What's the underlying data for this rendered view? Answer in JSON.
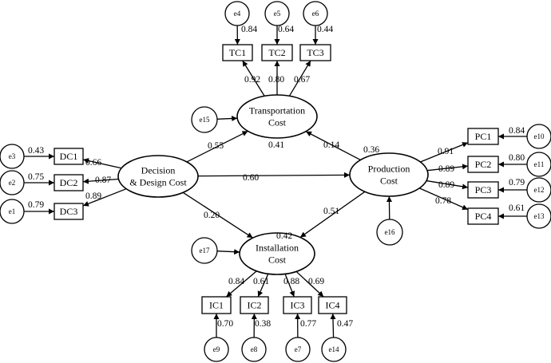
{
  "latents": [
    {
      "id": "DDC",
      "lines": [
        "Decision",
        "& Design Cost"
      ]
    },
    {
      "id": "TC",
      "lines": [
        "Transportation",
        "Cost"
      ]
    },
    {
      "id": "PC",
      "lines": [
        "Production",
        "Cost"
      ]
    },
    {
      "id": "IC",
      "lines": [
        "Installation",
        "Cost"
      ]
    }
  ],
  "indicators": [
    "TC1",
    "TC2",
    "TC3",
    "DC1",
    "DC2",
    "DC3",
    "PC1",
    "PC2",
    "PC3",
    "PC4",
    "IC1",
    "IC2",
    "IC3",
    "IC4"
  ],
  "errors": [
    "e1",
    "e2",
    "e3",
    "e4",
    "e5",
    "e6",
    "e7",
    "e8",
    "e9",
    "e10",
    "e11",
    "e12",
    "e13",
    "e14",
    "e15",
    "e16",
    "e17"
  ],
  "loadings": [
    {
      "latent": "TC",
      "indicator": "TC1",
      "value": "0.92"
    },
    {
      "latent": "TC",
      "indicator": "TC2",
      "value": "0.80"
    },
    {
      "latent": "TC",
      "indicator": "TC3",
      "value": "0.67"
    },
    {
      "latent": "DDC",
      "indicator": "DC1",
      "value": "0.66"
    },
    {
      "latent": "DDC",
      "indicator": "DC2",
      "value": "0.87"
    },
    {
      "latent": "DDC",
      "indicator": "DC3",
      "value": "0.89"
    },
    {
      "latent": "PC",
      "indicator": "PC1",
      "value": "0.91"
    },
    {
      "latent": "PC",
      "indicator": "PC2",
      "value": "0.89"
    },
    {
      "latent": "PC",
      "indicator": "PC3",
      "value": "0.89"
    },
    {
      "latent": "PC",
      "indicator": "PC4",
      "value": "0.78"
    },
    {
      "latent": "IC",
      "indicator": "IC1",
      "value": "0.84"
    },
    {
      "latent": "IC",
      "indicator": "IC2",
      "value": "0.61"
    },
    {
      "latent": "IC",
      "indicator": "IC3",
      "value": "0.88"
    },
    {
      "latent": "IC",
      "indicator": "IC4",
      "value": "0.69"
    }
  ],
  "indicator_errors": [
    {
      "error": "e4",
      "indicator": "TC1",
      "value": "0.84"
    },
    {
      "error": "e5",
      "indicator": "TC2",
      "value": "0.64"
    },
    {
      "error": "e6",
      "indicator": "TC3",
      "value": "0.44"
    },
    {
      "error": "e3",
      "indicator": "DC1",
      "value": "0.43"
    },
    {
      "error": "e2",
      "indicator": "DC2",
      "value": "0.75"
    },
    {
      "error": "e1",
      "indicator": "DC3",
      "value": "0.79"
    },
    {
      "error": "e10",
      "indicator": "PC1",
      "value": "0.84"
    },
    {
      "error": "e11",
      "indicator": "PC2",
      "value": "0.80"
    },
    {
      "error": "e12",
      "indicator": "PC3",
      "value": "0.79"
    },
    {
      "error": "e13",
      "indicator": "PC4",
      "value": "0.61"
    },
    {
      "error": "e9",
      "indicator": "IC1",
      "value": "0.70"
    },
    {
      "error": "e8",
      "indicator": "IC2",
      "value": "0.38"
    },
    {
      "error": "e7",
      "indicator": "IC3",
      "value": "0.77"
    },
    {
      "error": "e14",
      "indicator": "IC4",
      "value": "0.47"
    }
  ],
  "paths": [
    {
      "from": "DDC",
      "to": "TC",
      "value": "0.55"
    },
    {
      "from": "DDC",
      "to": "PC",
      "value": "0.60"
    },
    {
      "from": "DDC",
      "to": "IC",
      "value": "0.20"
    },
    {
      "from": "PC",
      "to": "TC",
      "value": "0.14"
    },
    {
      "from": "PC",
      "to": "IC",
      "value": "0.51"
    }
  ],
  "latent_errors": [
    {
      "error": "e15",
      "latent": "TC"
    },
    {
      "error": "e16",
      "latent": "PC"
    },
    {
      "error": "e17",
      "latent": "IC"
    }
  ],
  "r_squared": [
    {
      "latent": "TC",
      "value": "0.41"
    },
    {
      "latent": "PC",
      "value": "0.36"
    },
    {
      "latent": "IC",
      "value": "0.42"
    }
  ]
}
